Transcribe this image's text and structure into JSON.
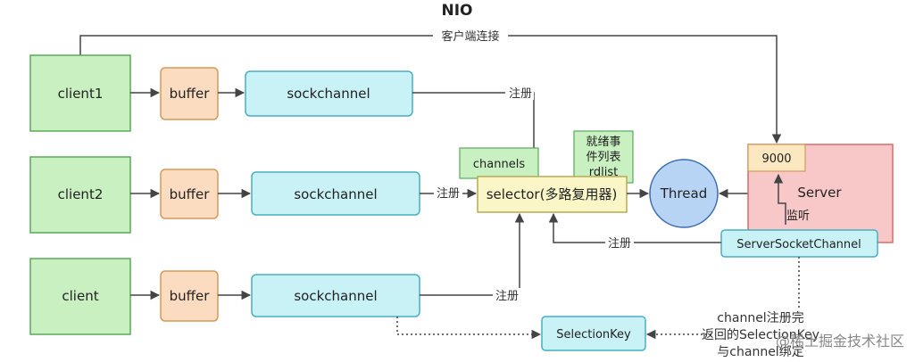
{
  "title": "NIO",
  "nodes": {
    "client1": "client1",
    "client2": "client2",
    "client3": "client",
    "buffer1": "buffer",
    "buffer2": "buffer",
    "buffer3": "buffer",
    "sock1": "sockchannel",
    "sock2": "sockchannel",
    "sock3": "sockchannel",
    "channels": "channels",
    "rdlist_line1": "就绪事",
    "rdlist_line2": "件列表",
    "rdlist_line3": "rdlist",
    "selector": "selector(多路复用器)",
    "thread": "Thread",
    "port": "9000",
    "server": "Server",
    "server_socket_channel": "ServerSocketChannel",
    "selection_key": "SelectionKey"
  },
  "labels": {
    "client_connect": "客户端连接",
    "register1": "注册",
    "register2": "注册",
    "register3": "注册",
    "register_server": "注册",
    "listen": "监听"
  },
  "note": {
    "line1": "channel注册完",
    "line2": "返回的SelectionKey",
    "line3": "与channel绑定"
  },
  "watermark": "@稀土掘金技术社区",
  "colors": {
    "client_fill": "#c8f0c0",
    "client_stroke": "#5aa85a",
    "buffer_fill": "#fbdcc0",
    "buffer_stroke": "#d59a5a",
    "sock_fill": "#c8f2f6",
    "sock_stroke": "#4aaec0",
    "selector_fill": "#fbf6c8",
    "selector_stroke": "#b8aa50",
    "thread_fill": "#b8d4f4",
    "thread_stroke": "#3a6ab0",
    "server_fill": "#f8c8c8",
    "server_stroke": "#d86a6a",
    "port_fill": "#fbe8c0",
    "line": "#444444"
  }
}
